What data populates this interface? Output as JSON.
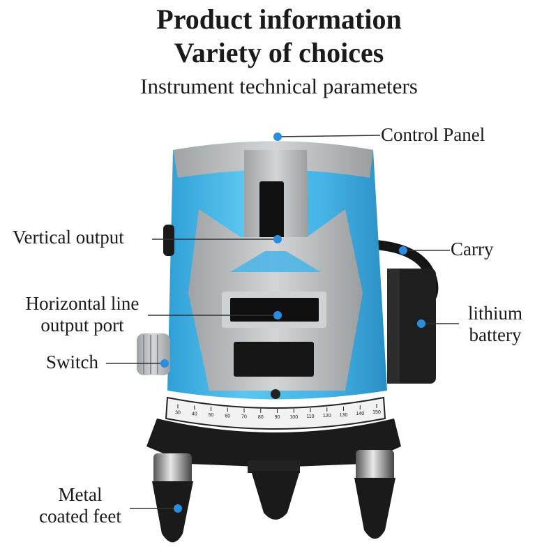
{
  "header": {
    "title_line1": "Product information",
    "title_line2": "Variety of choices",
    "subtitle": "Instrument technical parameters"
  },
  "callouts": {
    "control_panel": "Control Panel",
    "vertical_output": "Vertical output",
    "carry": "Carry",
    "horizontal_line": [
      "Horizontal line",
      "output port"
    ],
    "lithium_battery": [
      "lithium",
      "battery"
    ],
    "switch": "Switch",
    "metal_feet": [
      "Metal",
      "coated feet"
    ]
  },
  "scale_ticks": [
    "30",
    "40",
    "50",
    "60",
    "70",
    "80",
    "90",
    "100",
    "110",
    "120",
    "130",
    "140",
    "150"
  ],
  "colors": {
    "body_blue": "#46b4e6",
    "panel_gray": "#b9bcbd",
    "base_black": "#1b1b1b",
    "marker_blue": "#2a8ee0"
  },
  "marker_icon": "blue-dot-icon"
}
